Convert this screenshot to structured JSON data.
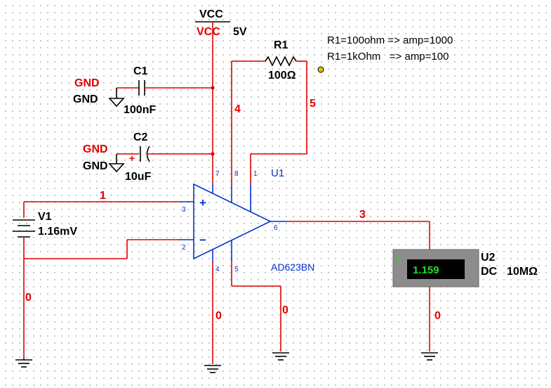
{
  "supply": {
    "vcc_top": "VCC",
    "vcc_red": "VCC",
    "voltage": "5V"
  },
  "resistor": {
    "ref": "R1",
    "value": "100Ω"
  },
  "notes": [
    "R1=100ohm => amp=1000",
    "R1=1kOhm   => amp=100"
  ],
  "c1": {
    "net_red": "GND",
    "net_black": "GND",
    "ref": "C1",
    "value": "100nF"
  },
  "c2": {
    "net_red": "GND",
    "net_black": "GND",
    "ref": "C2",
    "value": "10uF",
    "polarity": "+"
  },
  "source": {
    "ref": "V1",
    "value": "1.16mV"
  },
  "opamp": {
    "ref": "U1",
    "part": "AD623BN",
    "plus": "+",
    "minus": "−",
    "pins": [
      "7",
      "8",
      "1",
      "3",
      "2",
      "6",
      "4",
      "5"
    ]
  },
  "nets": {
    "n1": "1",
    "n3": "3",
    "n4": "4",
    "n5": "5",
    "n0_left": "0",
    "n0_mid": "0",
    "n0_pin5": "0",
    "n0_meter": "0"
  },
  "meter": {
    "ref": "U2",
    "mode": "DC",
    "impedance": "10MΩ",
    "reading": "1.159",
    "plus_mark": "+",
    "minus_mark": "-"
  },
  "colors": {
    "wire": "#e00000",
    "pin": "#0033cc",
    "meter_body": "#8c8c8c",
    "meter_display": "#000000",
    "meter_digits": "#22dd22"
  }
}
